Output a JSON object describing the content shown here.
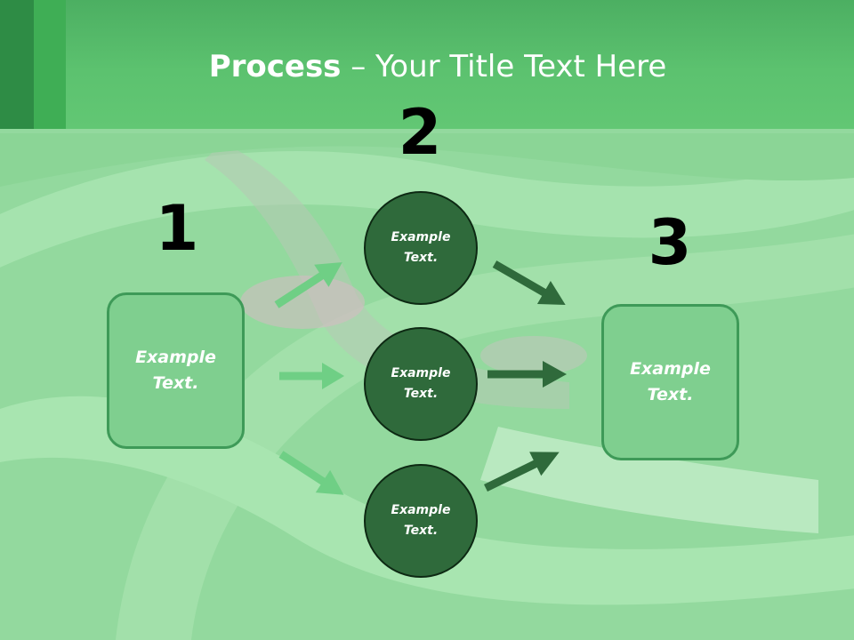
{
  "header": {
    "title_bold": "Process",
    "title_rest": " – Your Title Text Here"
  },
  "steps": {
    "step1_number": "1",
    "step2_number": "2",
    "step3_number": "3"
  },
  "left_box": {
    "text": "Example Text."
  },
  "right_box": {
    "text": "Example Text."
  },
  "circles": [
    {
      "text": "Example Text."
    },
    {
      "text": "Example Text."
    },
    {
      "text": "Example Text."
    }
  ],
  "colors": {
    "header_green": "#5cc26f",
    "box_fill": "#7fcf8f",
    "circle_fill": "#2f6a3b",
    "light_arrow": "#6fcf85",
    "dark_arrow": "#2f6a3b"
  }
}
